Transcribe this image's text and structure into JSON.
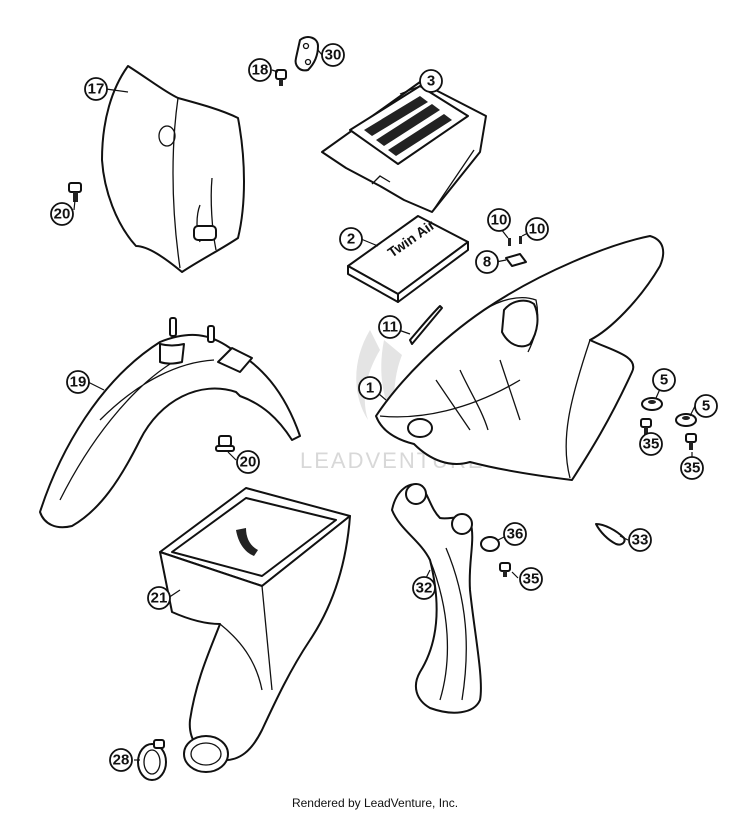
{
  "watermark": "LEADVENTURE",
  "filter_label": "Twin Air",
  "footer": "Rendered by LeadVenture, Inc.",
  "callouts": [
    {
      "id": "c1",
      "label": "1"
    },
    {
      "id": "c2",
      "label": "2"
    },
    {
      "id": "c3",
      "label": "3"
    },
    {
      "id": "c5a",
      "label": "5"
    },
    {
      "id": "c5b",
      "label": "5"
    },
    {
      "id": "c8",
      "label": "8"
    },
    {
      "id": "c10a",
      "label": "10"
    },
    {
      "id": "c10b",
      "label": "10"
    },
    {
      "id": "c11",
      "label": "11"
    },
    {
      "id": "c17",
      "label": "17"
    },
    {
      "id": "c18",
      "label": "18"
    },
    {
      "id": "c19",
      "label": "19"
    },
    {
      "id": "c20a",
      "label": "20"
    },
    {
      "id": "c20b",
      "label": "20"
    },
    {
      "id": "c21",
      "label": "21"
    },
    {
      "id": "c28",
      "label": "28"
    },
    {
      "id": "c30",
      "label": "30"
    },
    {
      "id": "c32",
      "label": "32"
    },
    {
      "id": "c33",
      "label": "33"
    },
    {
      "id": "c35a",
      "label": "35"
    },
    {
      "id": "c35b",
      "label": "35"
    },
    {
      "id": "c35c",
      "label": "35"
    },
    {
      "id": "c36",
      "label": "36"
    }
  ]
}
